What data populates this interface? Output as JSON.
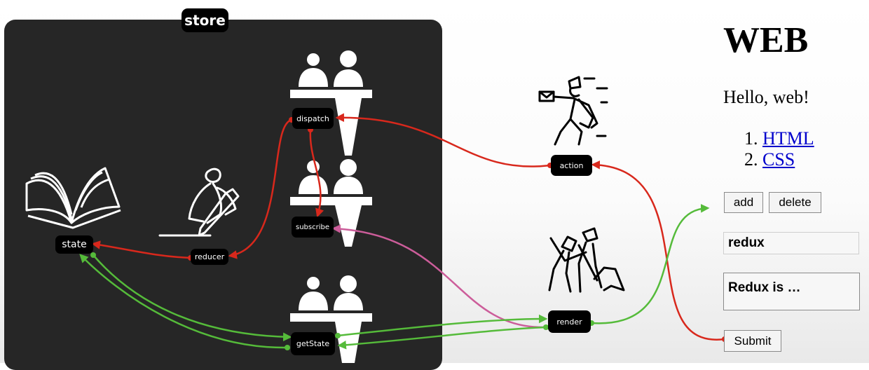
{
  "store": {
    "title": "store"
  },
  "nodes": {
    "state": "state",
    "reducer": "reducer",
    "dispatch": "dispatch",
    "subscribe": "subscribe",
    "get_state": "getState",
    "action": "action",
    "render": "render"
  },
  "web": {
    "title": "WEB",
    "description": "Hello, web!",
    "nav": [
      {
        "num": "1.",
        "label": "HTML"
      },
      {
        "num": "2.",
        "label": "CSS"
      }
    ],
    "add_label": "add",
    "delete_label": "delete",
    "title_value": "redux",
    "desc_value": "Redux is …",
    "submit_label": "Submit"
  },
  "colors": {
    "store_bg": "#262626",
    "pill_bg": "#000000",
    "red_arrow": "#d8281c",
    "green_arrow": "#55bb3a",
    "pink_arrow": "#cc5d9a",
    "link": "#0000cc"
  },
  "icons": [
    "open-book-icon",
    "writing-person-icon",
    "clerks-at-counter-icon",
    "mail-courier-icon",
    "construction-workers-icon"
  ]
}
